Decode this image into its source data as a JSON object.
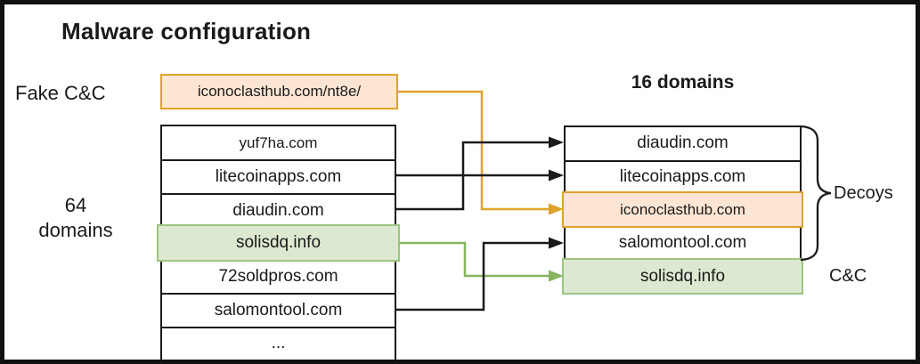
{
  "title": "Malware configuration",
  "fake_cc": {
    "label": "Fake C&C",
    "domain": "iconoclasthub.com/nt8e/"
  },
  "left_list": {
    "label": "64 domains",
    "items": [
      "yuf7ha.com",
      "litecoinapps.com",
      "diaudin.com",
      "solisdq.info",
      "72soldpros.com",
      "salomontool.com",
      "..."
    ]
  },
  "right_list": {
    "header": "16 domains",
    "items": [
      "diaudin.com",
      "litecoinapps.com",
      "iconoclasthub.com",
      "salomontool.com",
      "solisdq.info"
    ]
  },
  "annotations": {
    "decoys": "Decoys",
    "cc": "C&C"
  },
  "mappings": [
    {
      "from": "fake-cc-box",
      "to": "iconoclasthub.com",
      "color": "orange"
    },
    {
      "from": "diaudin.com",
      "to": "diaudin.com",
      "color": "black"
    },
    {
      "from": "litecoinapps.com",
      "to": "litecoinapps.com",
      "color": "black"
    },
    {
      "from": "solisdq.info",
      "to": "solisdq.info",
      "color": "green"
    },
    {
      "from": "salomontool.com",
      "to": "salomontool.com",
      "color": "black"
    }
  ],
  "colors": {
    "line_black": "#1a1a1a",
    "orange_border": "#DFA32B",
    "orange_fill": "#FCE5D3",
    "green_border": "#9DC581",
    "green_fill": "#DCE9D0",
    "green_arrow": "#86B45F"
  }
}
